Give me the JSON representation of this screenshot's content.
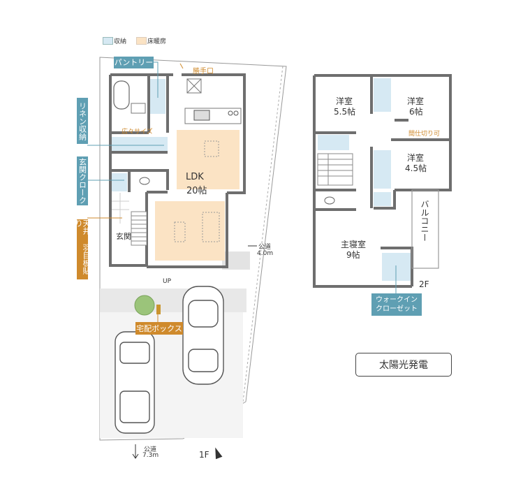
{
  "legend": {
    "storage": {
      "label": "収納",
      "color": "#d6e9f3"
    },
    "floor_heating": {
      "label": "床暖房",
      "color": "#fbe3c4"
    }
  },
  "colors": {
    "wall": "#6e6e6e",
    "callout_teal": "#5f9fb3",
    "callout_orange": "#cf8a2c",
    "site_gray": "#eeeeee"
  },
  "floor1": {
    "pantry": "パントリー",
    "back_door": "勝手口",
    "linen_storage": "リネン収納",
    "spacious_size": "広々サイズ",
    "entrance_cloak": "玄関クローク",
    "ldk_name": "LDK",
    "ldk_size": "20帖",
    "entrance": "玄関",
    "ceiling_board": "天井 羽目板貼り",
    "up": "UP",
    "delivery_box": "宅配ボックス",
    "road_east_label": "公道",
    "road_east_width": "4.0m",
    "road_south_label": "公道",
    "road_south_width": "7.3m",
    "floor_label": "1F"
  },
  "floor2": {
    "room_a_name": "洋室",
    "room_a_size": "5.5帖",
    "room_b_name": "洋室",
    "room_b_size": "6帖",
    "partition_note": "間仕切り可",
    "room_c_name": "洋室",
    "room_c_size": "4.5帖",
    "balcony": "バルコニー",
    "master_name": "主寝室",
    "master_size": "9帖",
    "walk_in_closet": "ウォークインクローゼット",
    "floor_label": "2F"
  },
  "solar": "太陽光発電"
}
